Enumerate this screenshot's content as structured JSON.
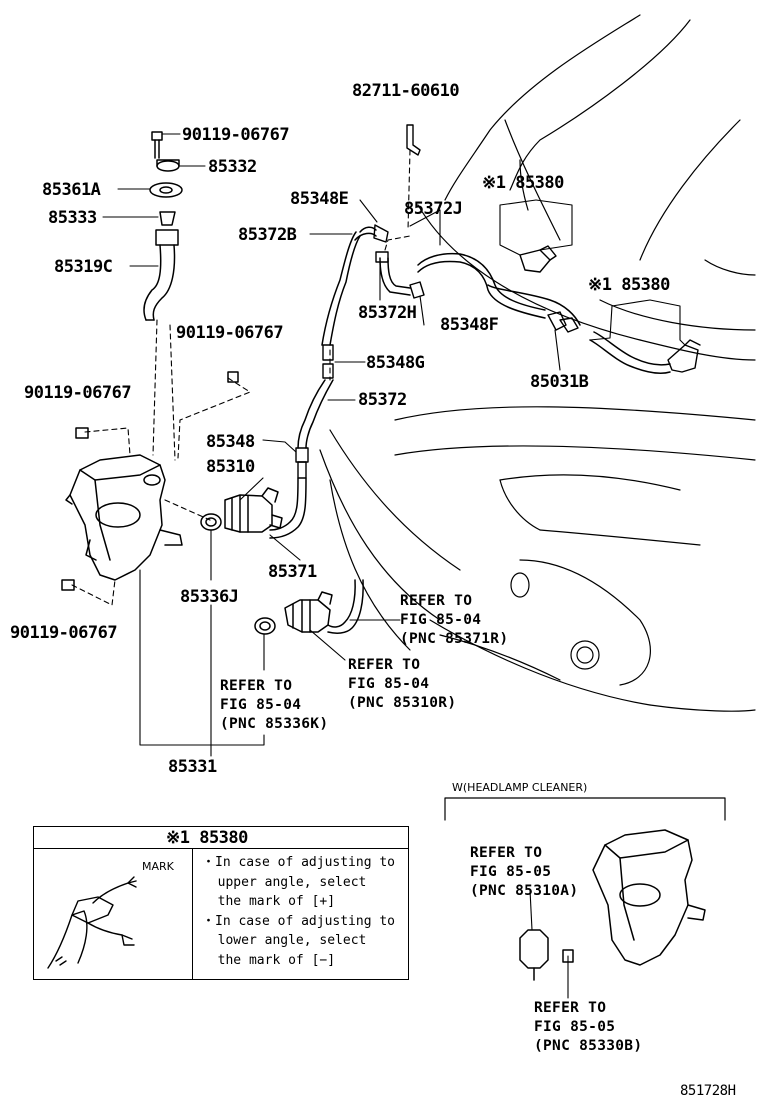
{
  "labels": {
    "p82711": "82711-60610",
    "p90119_top": "90119-06767",
    "p85332": "85332",
    "p85361A": "85361A",
    "p85333": "85333",
    "p85319C": "85319C",
    "p85348E": "85348E",
    "p85372B": "85372B",
    "p85372J": "85372J",
    "p85380_a": "※1 85380",
    "p85380_b": "※1 85380",
    "p85372H": "85372H",
    "p85348F": "85348F",
    "p90119_mid": "90119-06767",
    "p85348G": "85348G",
    "p85031B": "85031B",
    "p90119_left": "90119-06767",
    "p85372": "85372",
    "p85348": "85348",
    "p85310": "85310",
    "p85371": "85371",
    "p85336J": "85336J",
    "p90119_bottom": "90119-06767",
    "p85331": "85331",
    "ref_85371R": "REFER TO\nFIG 85-04\n(PNC 85371R)",
    "ref_85310R": "REFER TO\nFIG 85-04\n(PNC 85310R)",
    "ref_85336K": "REFER TO\nFIG 85-04\n(PNC 85336K)",
    "ref_85310A": "REFER TO\nFIG 85-05\n(PNC 85310A)",
    "ref_85330B": "REFER TO\nFIG 85-05\n(PNC 85330B)",
    "headlamp_title": "W(HEADLAMP CLEANER)",
    "figure_id": "851728H"
  },
  "note_box": {
    "title": "※1 85380",
    "mark_label": "MARK",
    "text": "・In case of adjusting to\n  upper angle, select\n  the mark of [+]\n・In case of adjusting to\n  lower angle, select\n  the mark of [−]"
  }
}
